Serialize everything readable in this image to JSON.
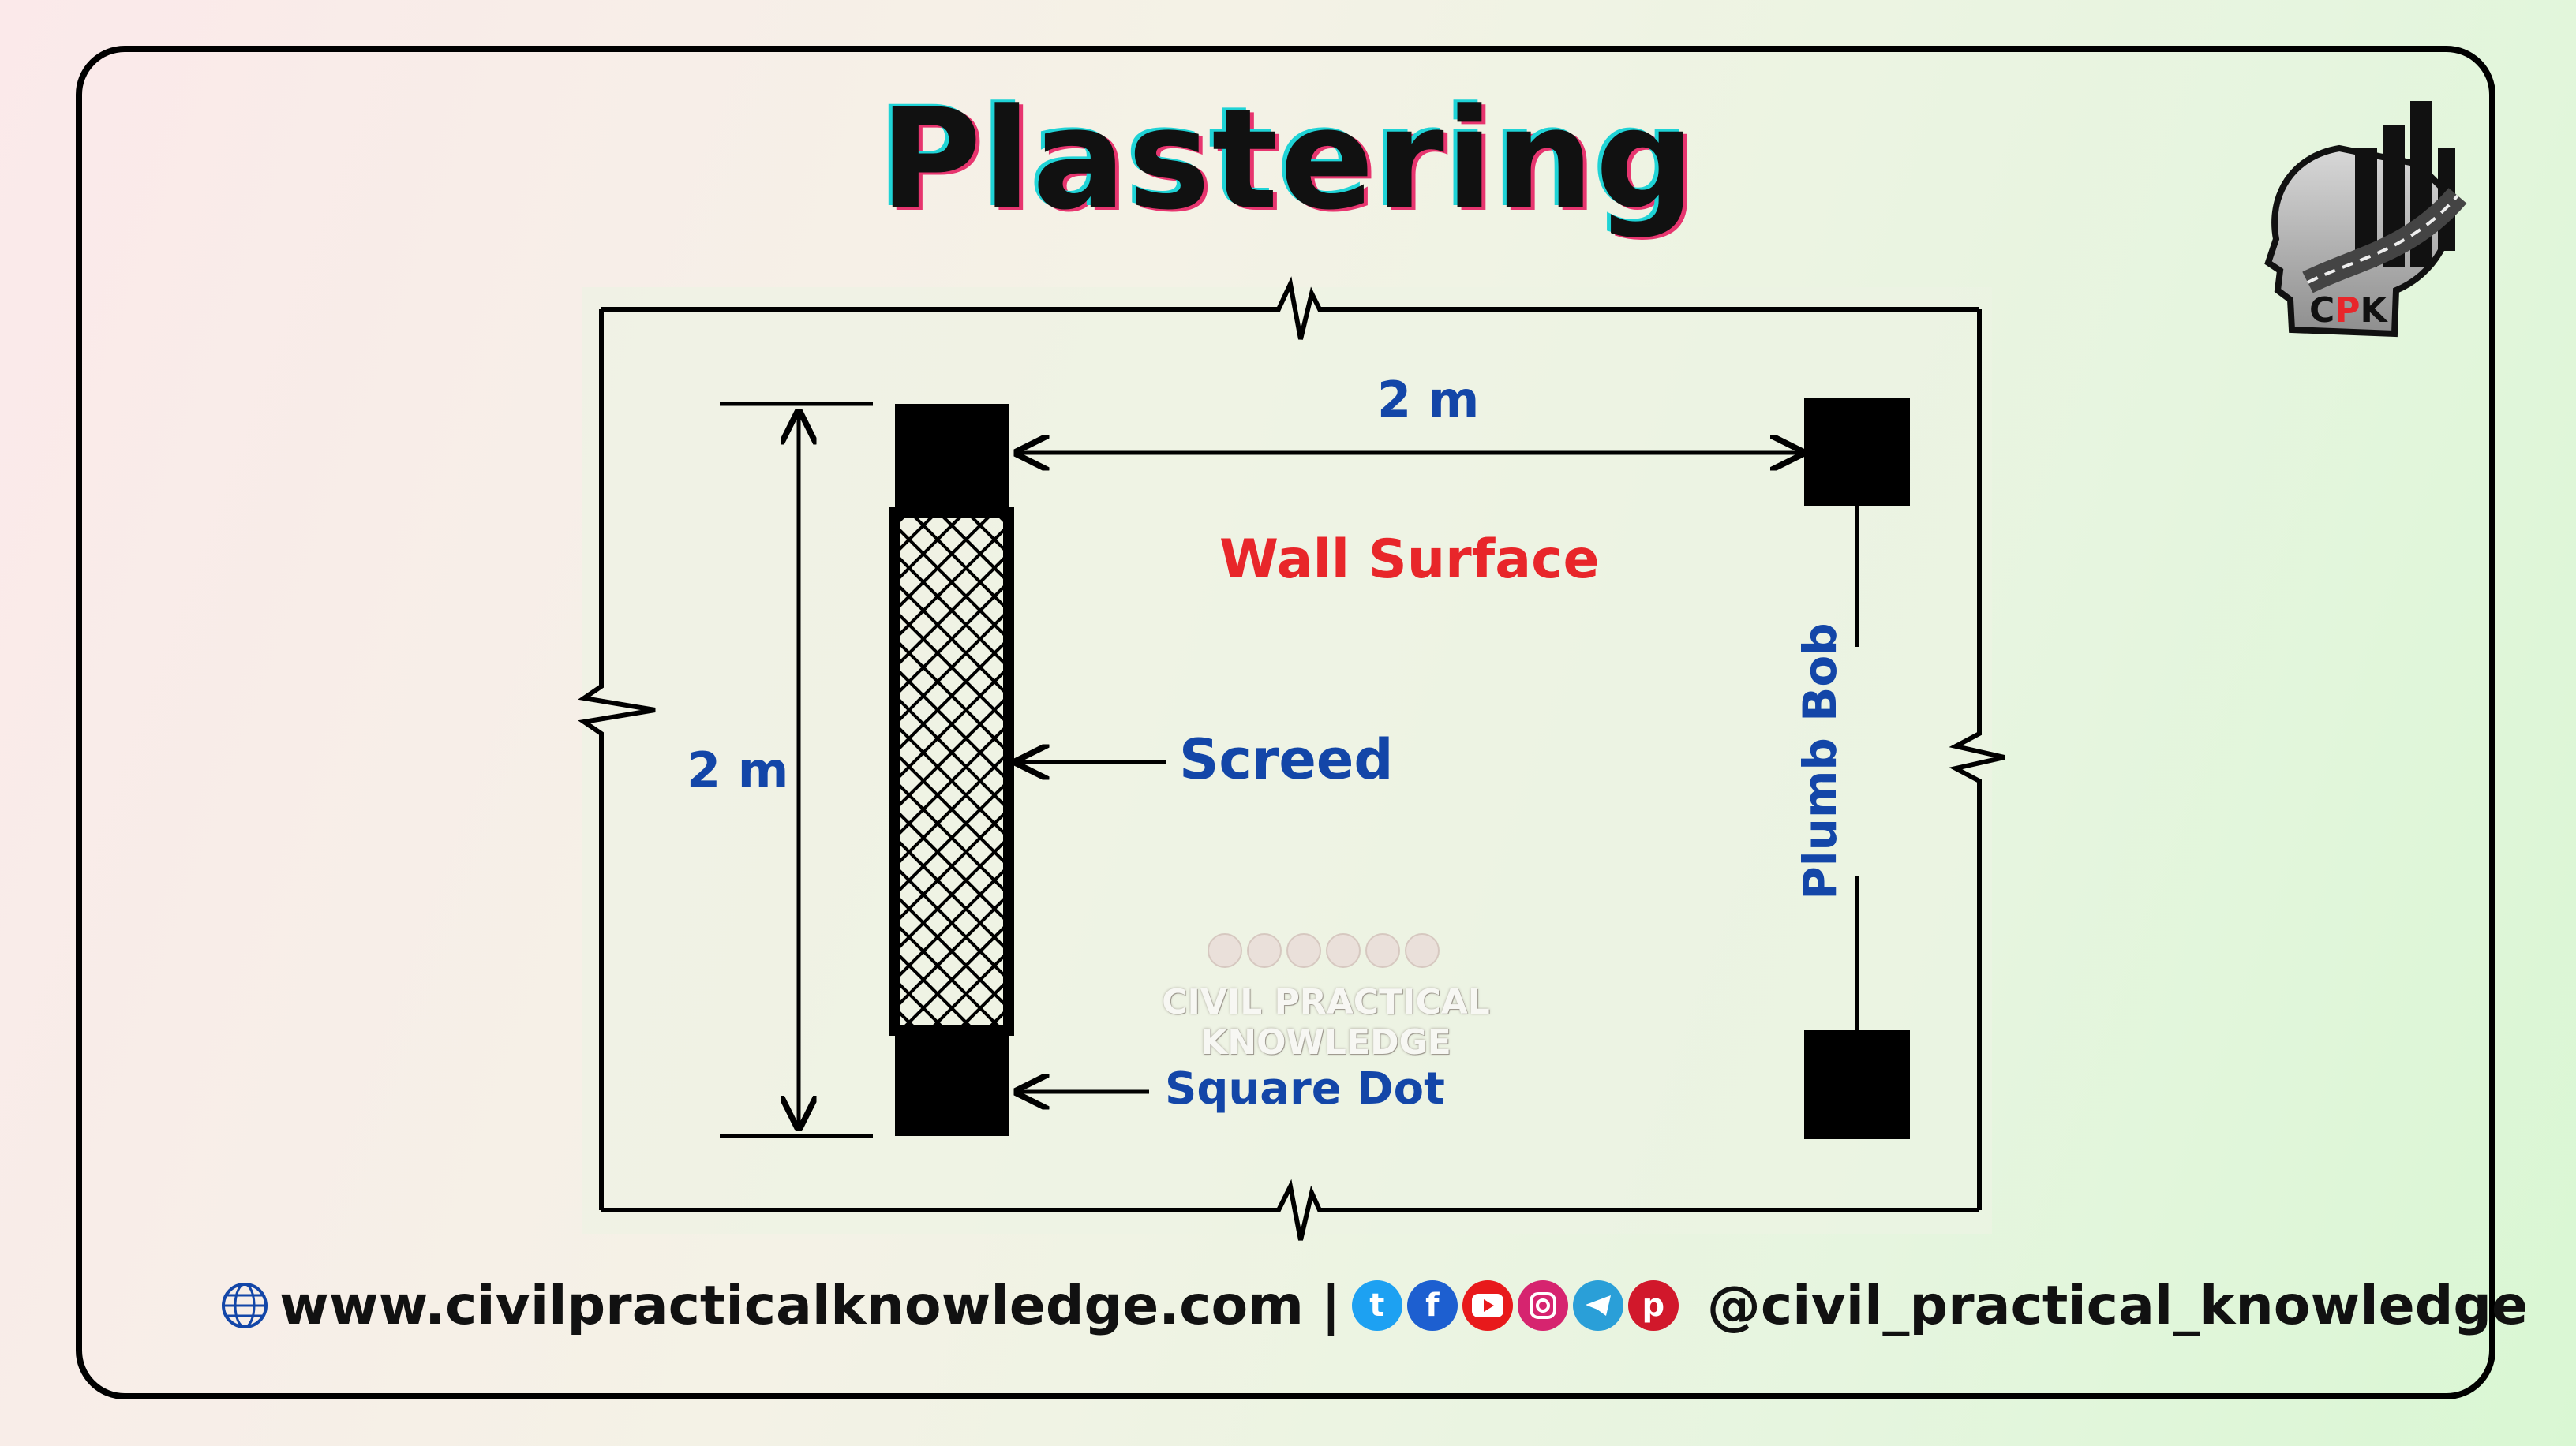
{
  "title": "Plastering",
  "diagram": {
    "wall_surface": "Wall Surface",
    "top_dimension": "2 m",
    "left_dimension": "2 m",
    "screed": "Screed",
    "square_dot": "Square Dot",
    "plumb_bob": "Plumb Bob"
  },
  "watermark": "CIVIL PRACTICAL KNOWLEDGE",
  "footer": {
    "website": "www.civilpracticalknowledge.com",
    "separator": "|",
    "handle": "@civil_practical_knowledge"
  },
  "logo": {
    "text": "CPK"
  },
  "social_icons": [
    "twitter-icon",
    "facebook-icon",
    "youtube-icon",
    "instagram-icon",
    "telegram-icon",
    "pinterest-icon"
  ],
  "colors": {
    "blue_label": "#1346a8",
    "red_label": "#e8262a",
    "twitter": "#1da1f2",
    "facebook": "#1d5fd0",
    "youtube": "#e8191b",
    "instagram": "#d6246f",
    "telegram": "#2a9fd8",
    "pinterest": "#d1182b"
  }
}
